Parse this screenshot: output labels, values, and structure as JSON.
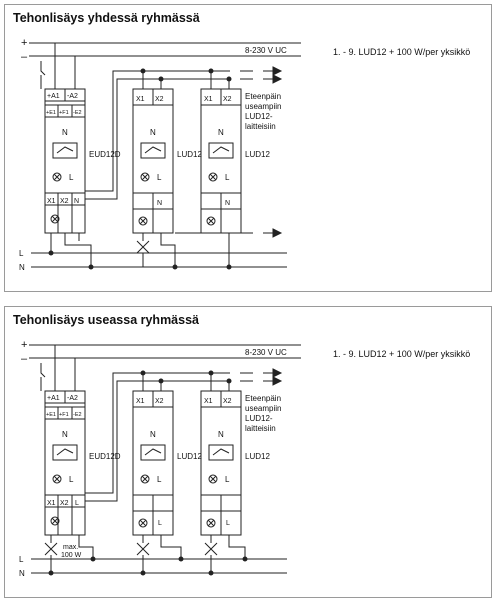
{
  "panels": [
    {
      "title": "Tehonlisäys yhdessä ryhmässä",
      "note": "1. - 9. LUD12 + 100 W/per yksikkö",
      "voltage": "8-230 V UC",
      "rails": {
        "plus": "+",
        "minus": "–",
        "l": "L",
        "n": "N"
      },
      "eud": {
        "label": "EUD12D",
        "top": [
          "+A1",
          "-A2"
        ],
        "mid": [
          "+E1",
          "+F1",
          "-E2"
        ],
        "n_mark": "N",
        "l_mark": "L",
        "bottom": [
          "X1",
          "X2",
          "N"
        ]
      },
      "lud": [
        {
          "label": "LUD12",
          "top": [
            "X1",
            "X2"
          ],
          "n_mark": "N",
          "l_mark": "L",
          "bottom": "N"
        },
        {
          "label": "LUD12",
          "top": [
            "X1",
            "X2"
          ],
          "n_mark": "N",
          "l_mark": "L",
          "bottom": "N"
        }
      ],
      "further": [
        "Eteenpäin",
        "useampiin",
        "LUD12-",
        "laitteisiin"
      ]
    },
    {
      "title": "Tehonlisäys useassa ryhmässä",
      "note": "1. - 9. LUD12 + 100 W/per yksikkö",
      "voltage": "8-230 V UC",
      "rails": {
        "plus": "+",
        "minus": "–",
        "l": "L",
        "n": "N"
      },
      "eud": {
        "label": "EUD12D",
        "top": [
          "+A1",
          "-A2"
        ],
        "mid": [
          "+E1",
          "+F1",
          "-E2"
        ],
        "n_mark": "N",
        "l_mark": "L",
        "bottom": [
          "X1",
          "X2",
          "L"
        ]
      },
      "lud": [
        {
          "label": "LUD12",
          "top": [
            "X1",
            "X2"
          ],
          "n_mark": "N",
          "l_mark": "L",
          "bottom": "L"
        },
        {
          "label": "LUD12",
          "top": [
            "X1",
            "X2"
          ],
          "n_mark": "N",
          "l_mark": "L",
          "bottom": "L"
        }
      ],
      "further": [
        "Eteenpäin",
        "useampiin",
        "LUD12-",
        "laitteisiin"
      ],
      "lamp_max": [
        "max.",
        "100 W"
      ]
    }
  ]
}
